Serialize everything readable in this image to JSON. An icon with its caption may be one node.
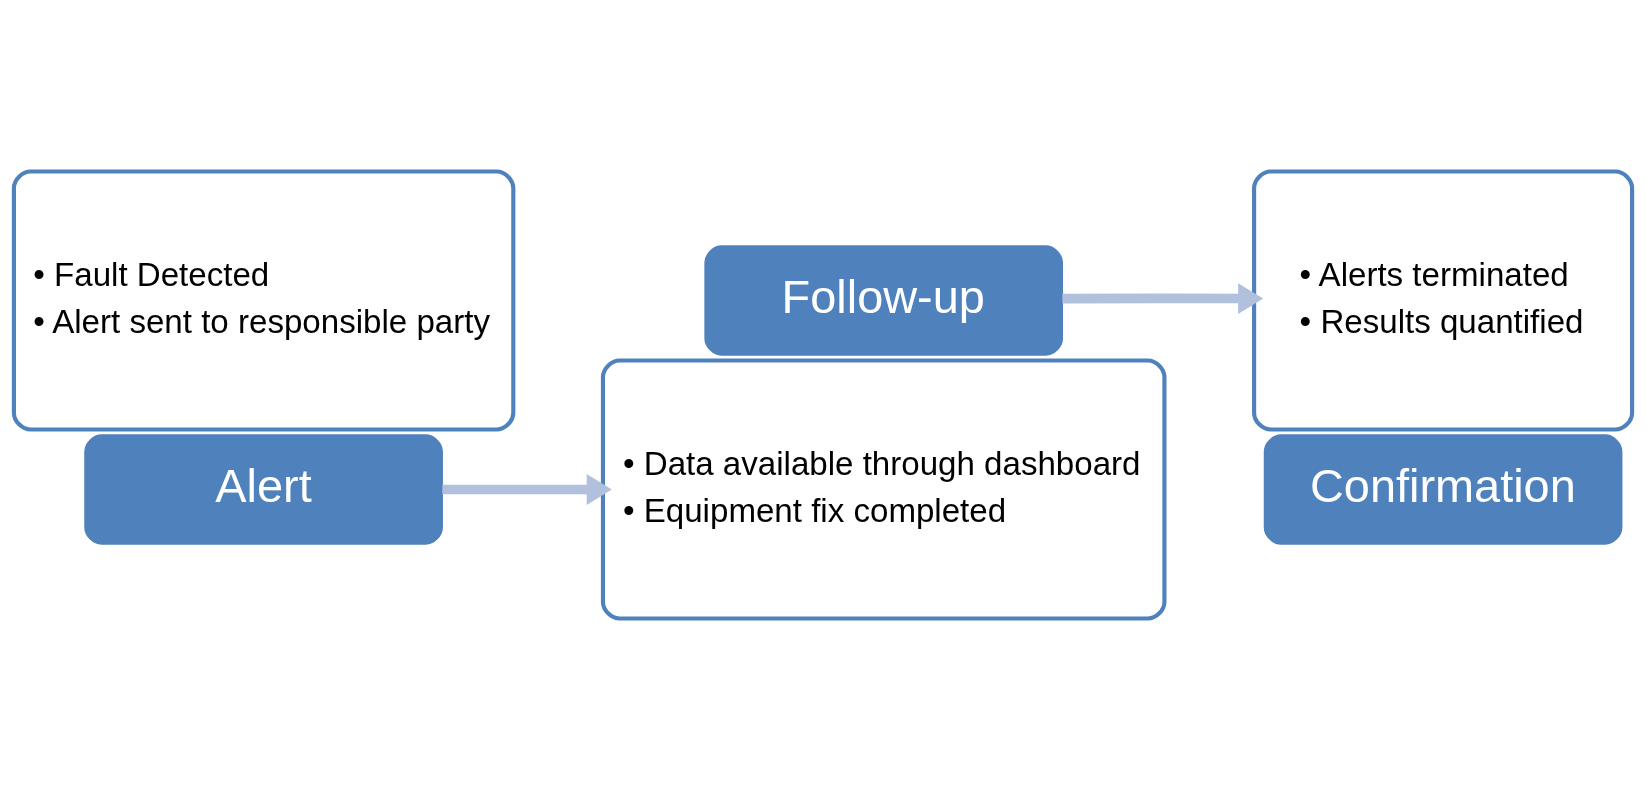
{
  "diagram": {
    "nodes": [
      {
        "text": [
          "• Fault Detected",
          "• Alert sent to responsible party"
        ]
      },
      {
        "text": [
          "Alert"
        ]
      },
      {
        "text": [
          "Follow-up"
        ]
      },
      {
        "text": [
          "• Data available through dashboard",
          "• Equipment fix completed"
        ]
      },
      {
        "text": [
          "• Alerts terminated",
          "• Results quantified"
        ]
      },
      {
        "text": [
          "Confirmation"
        ]
      }
    ],
    "edges": [
      {
        "from": 1,
        "to": 3,
        "arrow": "to"
      },
      {
        "from": 2,
        "to": 4,
        "arrow": "to"
      }
    ]
  }
}
